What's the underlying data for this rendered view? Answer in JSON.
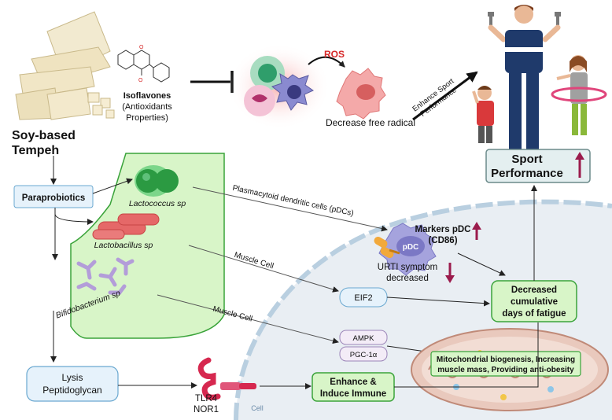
{
  "colors": {
    "box_green_fill": "#d8f5c8",
    "box_green_stroke": "#3aa33a",
    "box_blue_fill": "#e6f2fb",
    "box_blue_stroke": "#6aa8d0",
    "box_gray_fill": "#eef3f3",
    "arrow_maroon": "#9b1b4c",
    "ros_red": "#d62828",
    "cell_bg": "#e9eef3"
  },
  "icons": [
    "tempeh-image",
    "isoflavone-structure",
    "immune-cells",
    "ros-cell",
    "athlete-figure",
    "child-figures",
    "bacteria-lactococcus",
    "bacteria-lactobacillus",
    "bacteria-bifidobacterium",
    "pdc-cell",
    "tlr4-receptor",
    "mitochondrion"
  ],
  "tempeh": {
    "title_line1": "Soy-based",
    "title_line2": "Tempeh"
  },
  "isoflavones": {
    "name": "Isoflavones",
    "desc_line1": "(Antioxidants",
    "desc_line2": "Properties)"
  },
  "ros": {
    "label": "ROS",
    "result": "Decrease free radical"
  },
  "enhance": {
    "line1": "Enhance Sport",
    "line2": "Performance"
  },
  "sport": {
    "line1": "Sport",
    "line2": "Performance"
  },
  "paraprobiotics": {
    "label": "Paraprobiotics"
  },
  "bacteria": {
    "lactococcus": "Lactococcus sp",
    "lactobacillus": "Lactobacillus sp",
    "bifidobacterium": "Bifidobacterium sp"
  },
  "pdc_label": "Plasmacytoid dendritic cells (pDCs)",
  "pdc_cell": "pDC",
  "markers": {
    "line1": "Markers pDC",
    "line2": "(CD86)"
  },
  "urti": {
    "line1": "URTI symptom",
    "line2": "decreased"
  },
  "muscle_cell_1": "Muscle Cell",
  "muscle_cell_2": "Muscle Cell",
  "eif2": "EIF2",
  "ampk": "AMPK",
  "pgc": "PGC-1α",
  "fatigue": {
    "line1": "Decreased",
    "line2": "cumulative",
    "line3": "days of fatigue"
  },
  "mito": {
    "line1": "Mitochondrial biogenesis, Increasing",
    "line2": "muscle mass, Providing anti-obesity"
  },
  "lysis": {
    "line1": "Lysis",
    "line2": "Peptidoglycan"
  },
  "tlr": {
    "line1": "TLR4",
    "line2": "NOR1"
  },
  "cell_label": "Cell",
  "immune": {
    "line1": "Enhance &",
    "line2": "Induce Immune"
  }
}
